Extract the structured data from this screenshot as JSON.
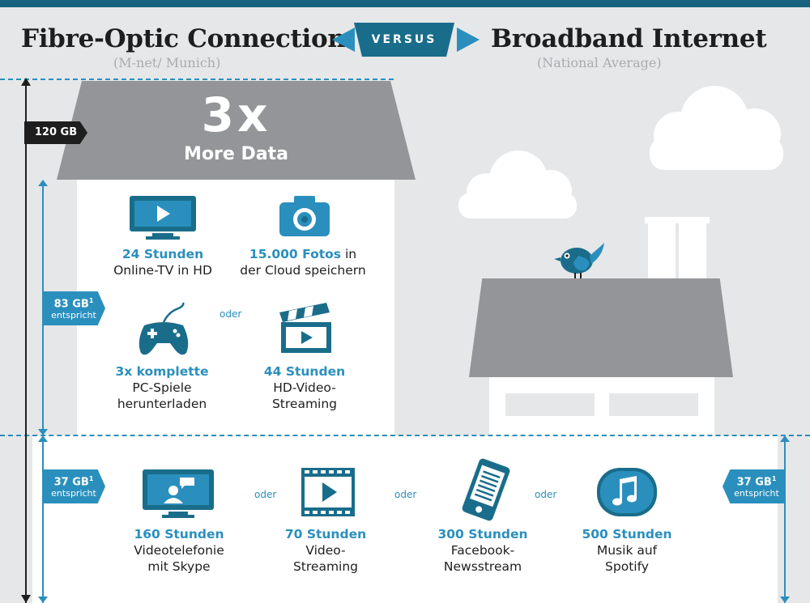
{
  "header": {
    "left_title": "Fibre-Optic Connection",
    "left_subtitle": "(M-net/ Munich)",
    "versus": "VERSUS",
    "right_title": "Broadband Internet",
    "right_subtitle": "(National Average)"
  },
  "fibre_house": {
    "multiplier": "3x",
    "more_data": "More Data",
    "total_tag": "120 GB",
    "mid_tag": {
      "value": "83 GB",
      "footnote": "1",
      "sub": "entspricht"
    },
    "items": [
      {
        "icon": "tv-play-icon",
        "highlight": "24 Stunden",
        "rest": "",
        "line2": "Online-TV in HD"
      },
      {
        "icon": "camera-icon",
        "highlight": "15.000 Fotos",
        "rest": " in",
        "line2": "der Cloud speichern"
      },
      {
        "icon": "gamepad-icon",
        "highlight": "3x komplette",
        "rest": "",
        "line2": "PC-Spiele",
        "line3": "herunterladen"
      },
      {
        "icon": "clapperboard-icon",
        "highlight": "44 Stunden",
        "rest": "",
        "line2": "HD-Video-",
        "line3": "Streaming"
      }
    ],
    "or_label": "oder"
  },
  "shared_band": {
    "left_tag": {
      "value": "37 GB",
      "footnote": "1",
      "sub": "entspricht"
    },
    "right_tag": {
      "value": "37 GB",
      "footnote": "1",
      "sub": "entspricht"
    },
    "or_label": "oder",
    "items": [
      {
        "icon": "video-call-icon",
        "highlight": "160 Stunden",
        "line2": "Videotelefonie",
        "line3": "mit Skype"
      },
      {
        "icon": "film-play-icon",
        "highlight": "70 Stunden",
        "line2": "Video-",
        "line3": "Streaming"
      },
      {
        "icon": "phone-newsfeed-icon",
        "highlight": "300 Stunden",
        "line2": "Facebook-",
        "line3": "Newsstream"
      },
      {
        "icon": "music-note-icon",
        "highlight": "500 Stunden",
        "line2": "Musik auf",
        "line3": "Spotify"
      }
    ]
  },
  "colors": {
    "accent_blue": "#2a8fbd",
    "dark_blue": "#1a6d8a",
    "roof_gray": "#939598",
    "background": "#e6e7e9"
  }
}
